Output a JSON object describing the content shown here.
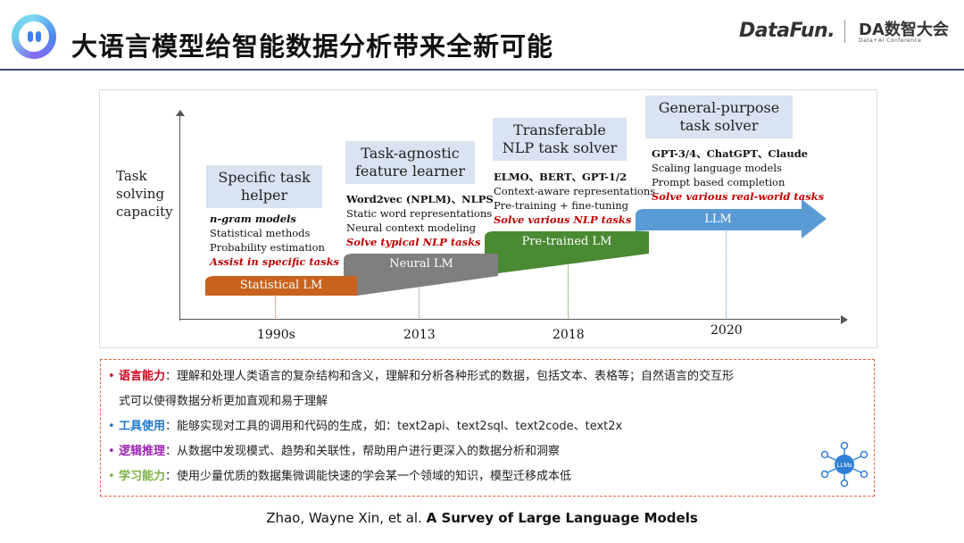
{
  "header": {
    "title": "大语言模型给智能数据分析带来全新可能",
    "brand_datafun": "DataFun.",
    "brand_da": "DA数智大会",
    "brand_da_sub": "Data+AI Conference"
  },
  "figure": {
    "y_label": [
      "Task",
      "solving",
      "capacity"
    ],
    "stages": [
      {
        "box": [
          "Specific task",
          "helper"
        ],
        "lines": [
          {
            "text": "n-gram models",
            "style": "b"
          },
          {
            "text": "Statistical methods",
            "style": ""
          },
          {
            "text": "Probability estimation",
            "style": ""
          },
          {
            "text": "Assist in specific tasks",
            "style": "red"
          }
        ],
        "band": "Statistical LM",
        "band_color": "#c9621c",
        "year": "1990s",
        "dot_color": "#c9621c"
      },
      {
        "box": [
          "Task-agnostic",
          "feature learner"
        ],
        "lines": [
          {
            "text": "Word2vec (NPLM)、NLPS",
            "style": "b"
          },
          {
            "text": "Static word representations",
            "style": ""
          },
          {
            "text": "Neural context modeling",
            "style": ""
          },
          {
            "text": "Solve typical NLP tasks",
            "style": "red"
          }
        ],
        "band": "Neural LM",
        "band_color": "#7f7f7f",
        "year": "2013",
        "dot_color": "#7f7f7f"
      },
      {
        "box": [
          "Transferable",
          "NLP task solver"
        ],
        "lines": [
          {
            "text": "ELMO、BERT、GPT-1/2",
            "style": "b"
          },
          {
            "text": "Context-aware representations",
            "style": ""
          },
          {
            "text": "Pre-training + fine-tuning",
            "style": ""
          },
          {
            "text": "Solve various NLP tasks",
            "style": "red"
          }
        ],
        "band": "Pre-trained LM",
        "band_color": "#4a8a32",
        "year": "2018",
        "dot_color": "#4a8a32"
      },
      {
        "box": [
          "General-purpose",
          "task solver"
        ],
        "lines": [
          {
            "text": "GPT-3/4、ChatGPT、Claude",
            "style": "b"
          },
          {
            "text": "Scaling language models",
            "style": ""
          },
          {
            "text": "Prompt based completion",
            "style": ""
          },
          {
            "text": "Solve various real-world tasks",
            "style": "red"
          }
        ],
        "band": "LLM",
        "band_color": "#5b9bd5",
        "year": "2020",
        "dot_color": "#5b9bd5"
      }
    ]
  },
  "bullets": [
    {
      "keyword": "语言能力",
      "color": "#d0021b",
      "dot_color": "#d0021b",
      "text": "：理解和处理人类语言的复杂结构和含义，理解和分析各种形式的数据，包括文本、表格等；自然语言的交互形",
      "text2": "式可以使得数据分析更加直观和易于理解"
    },
    {
      "keyword": "工具使用",
      "color": "#1f78d1",
      "dot_color": "#1f78d1",
      "text": "：能够实现对工具的调用和代码的生成，如：text2api、text2sql、text2code、text2x"
    },
    {
      "keyword": "逻辑推理",
      "color": "#9b27b0",
      "dot_color": "#9b27b0",
      "text": "：从数据中发现模式、趋势和关联性，帮助用户进行更深入的数据分析和洞察"
    },
    {
      "keyword": "学习能力",
      "color": "#7cb342",
      "dot_color": "#7cb342",
      "text": "：使用少量优质的数据集微调能快速的学会某一个领域的知识，模型迁移成本低"
    }
  ],
  "llm_icon": {
    "icon": "llm-network-icon",
    "label": "LLMs"
  },
  "citation": {
    "authors": "Zhao, Wayne Xin, et al. ",
    "title": "A Survey of Large Language Models"
  }
}
